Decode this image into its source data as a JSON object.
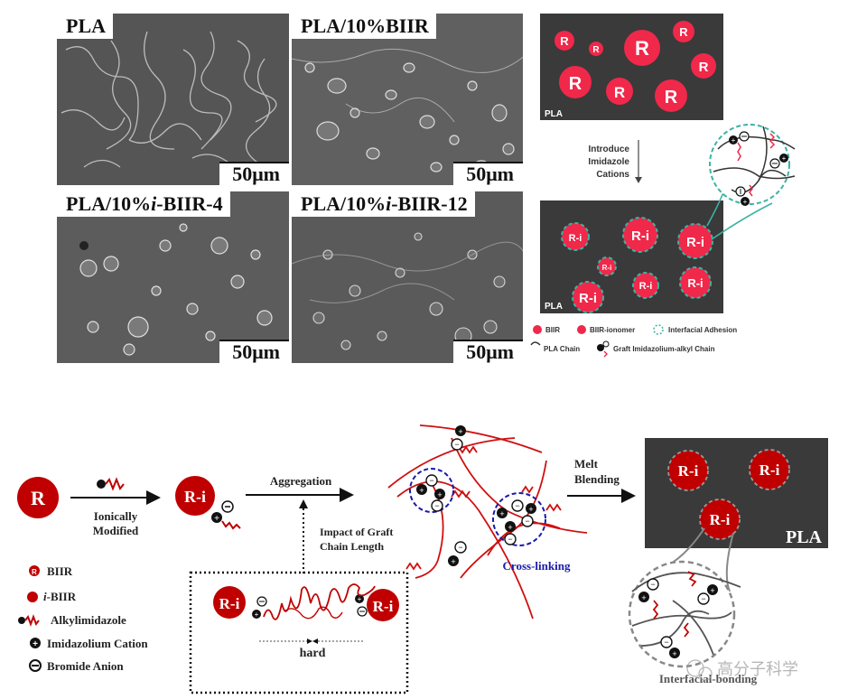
{
  "sem_panels": [
    {
      "label": "PLA",
      "scale_bar": "50μm"
    },
    {
      "label": "PLA/10%BIIR",
      "scale_bar": "50μm"
    },
    {
      "label_prefix": "PLA/10%",
      "label_italic": "i",
      "label_suffix": "-BIIR-4",
      "scale_bar": "50μm"
    },
    {
      "label_prefix": "PLA/10%",
      "label_italic": "i",
      "label_suffix": "-BIIR-12",
      "scale_bar": "50μm"
    }
  ],
  "schematic_top": {
    "matrix_label_before": "PLA",
    "matrix_label_after": "PLA",
    "particle_label_before": "R",
    "particle_label_after": "R-i",
    "step_label": [
      "Introduce",
      "Imidazole",
      "Cations"
    ],
    "legend": [
      {
        "icon": "biir-particle-icon",
        "label": "BIIR"
      },
      {
        "icon": "biir-ionomer-icon",
        "label": "BIIR-ionomer"
      },
      {
        "icon": "interfacial-adhesion-icon",
        "label": "Interfacial Adhesion"
      },
      {
        "icon": "pla-chain-icon",
        "label": "PLA Chain"
      },
      {
        "icon": "graft-chain-icon",
        "label": "Graft Imidazolium-alkyl Chain"
      }
    ]
  },
  "mechanism": {
    "start_particle": "R",
    "step1": [
      "Ionically",
      "Modified"
    ],
    "modified_particle": "R-i",
    "step2": "Aggregation",
    "impact_label": [
      "Impact of Graft",
      "Chain Length"
    ],
    "crosslink_label": "Cross-linking",
    "step3": [
      "Melt",
      "Blending"
    ],
    "matrix_label": "PLA",
    "interface_label": "Interfacial-bonding",
    "hard_label": "hard",
    "inset_particle": "R-i",
    "legend": [
      {
        "icon": "biir-icon",
        "label_italic": "",
        "label": "BIIR"
      },
      {
        "icon": "i-biir-icon",
        "label_italic": "i",
        "label": "-BIIR"
      },
      {
        "icon": "alkylimidazole-icon",
        "label_italic": "",
        "label": "Alkylimidazole"
      },
      {
        "icon": "cation-icon",
        "label_italic": "",
        "label": "Imidazolium Cation"
      },
      {
        "icon": "anion-icon",
        "label_italic": "",
        "label": "Bromide Anion"
      }
    ]
  },
  "watermark": "高分子科学",
  "colors": {
    "particle_top": "#f0284a",
    "particle_bottom": "#c00000",
    "matrix": "#3a3a3a",
    "teal": "#3bb3a3",
    "crosslink_blue": "#1a1aa8",
    "chain_red": "#d01010"
  }
}
